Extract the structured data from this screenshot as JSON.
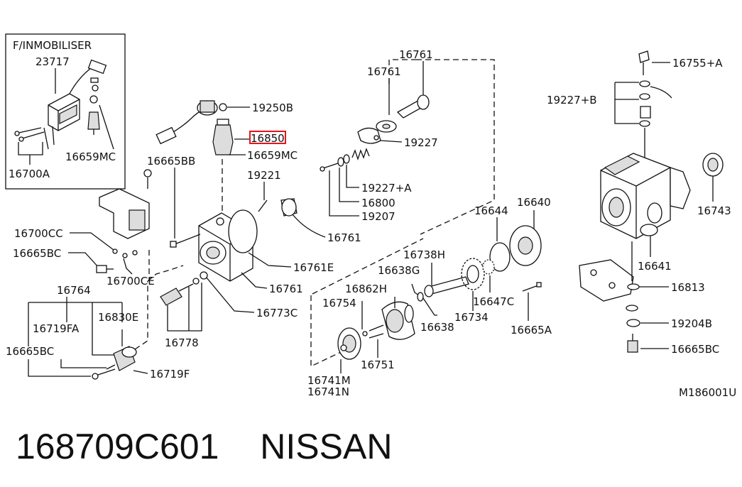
{
  "diagram": {
    "inset_title": "F/INMOBILISER",
    "labels": {
      "l23717": "23717",
      "l16659mc_a": "16659MC",
      "l16700a": "16700A",
      "l19250b": "19250B",
      "l16850": "16850",
      "l16659mc_b": "16659MC",
      "l16665bb": "16665BB",
      "l19221": "19221",
      "l16761_top1": "16761",
      "l16761_top2": "16761",
      "l19227": "19227",
      "l19227a": "19227+A",
      "l16800": "16800",
      "l19207": "19207",
      "l16761_mid": "16761",
      "l16700cc": "16700CC",
      "l16665bc_a": "16665BC",
      "l16700ce": "16700CE",
      "l16761e": "16761E",
      "l16761_low": "16761",
      "l16773c": "16773C",
      "l16764": "16764",
      "l16719fa": "16719FA",
      "l16830e": "16830E",
      "l16665bc_b": "16665BC",
      "l16719f": "16719F",
      "l16778": "16778",
      "l16644": "16644",
      "l16640": "16640",
      "l16738h": "16738H",
      "l16638g": "16638G",
      "l16862h": "16862H",
      "l16754": "16754",
      "l16647c": "16647C",
      "l16638": "16638",
      "l16734": "16734",
      "l16665a": "16665A",
      "l16751": "16751",
      "l16741m": "16741M",
      "l16741n": "16741N",
      "l16755a": "16755+A",
      "l19227b": "19227+B",
      "l16743": "16743",
      "l16641": "16641",
      "l16813": "16813",
      "l19204b": "19204B",
      "l16665bc_c": "16665BC",
      "figure_code": "M186001U"
    }
  },
  "caption": {
    "part_number": "168709C601",
    "brand": "NISSAN"
  },
  "colors": {
    "highlight": "#e8141c",
    "ink": "#111111",
    "background": "#ffffff"
  }
}
